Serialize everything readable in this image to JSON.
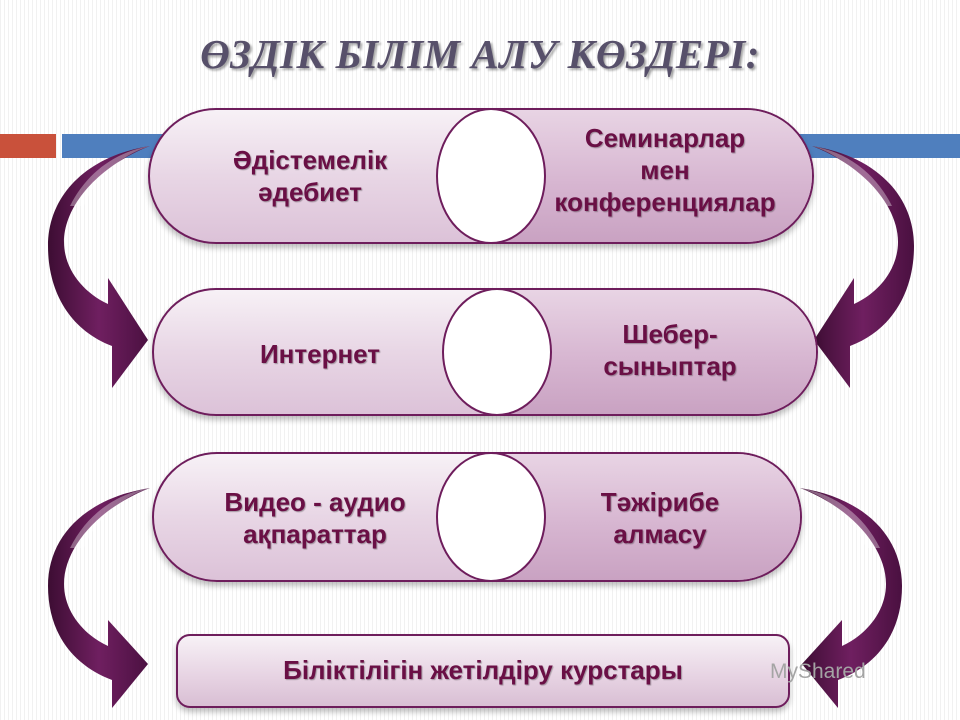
{
  "title": "ӨЗДІК БІЛІМ АЛУ КӨЗДЕРІ:",
  "rows": [
    {
      "left": [
        "Әдістемелік",
        "әдебиет"
      ],
      "right": [
        "Семинарлар",
        "мен",
        "конференциялар"
      ]
    },
    {
      "left": [
        "Интернет"
      ],
      "right": [
        "Шебер-",
        "сыныптар"
      ]
    },
    {
      "left": [
        "Видео - аудио",
        "ақпараттар"
      ],
      "right": [
        "Тәжірибе",
        "алмасу"
      ]
    }
  ],
  "last": "Біліктілігін жетілдіру курстары",
  "watermark": "MyShared",
  "colors": {
    "accent": "#6a0f45",
    "arrow": "#5a1549",
    "bar_red": "#c9513b",
    "bar_blue": "#4f7fbe"
  }
}
